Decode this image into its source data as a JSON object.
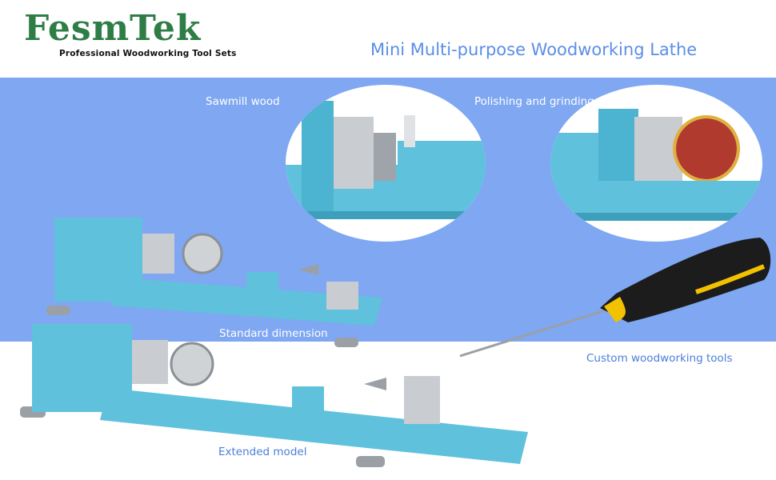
{
  "brand": {
    "name": "FesmTek",
    "tagline": "Professional Woodworking Tool Sets"
  },
  "headline": "Mini Multi-purpose Woodworking Lathe",
  "captions": {
    "sawmill": "Sawmill wood",
    "polishing": "Polishing and grinding",
    "standard": "Standard dimension",
    "extended": "Extended model",
    "tools": "Custom woodworking tools"
  },
  "colors": {
    "brand_green": "#2e7d46",
    "band_blue": "#7fa7f2",
    "lathe_blue": "#5fc1dc",
    "caption_blue": "#4a7ed9"
  }
}
